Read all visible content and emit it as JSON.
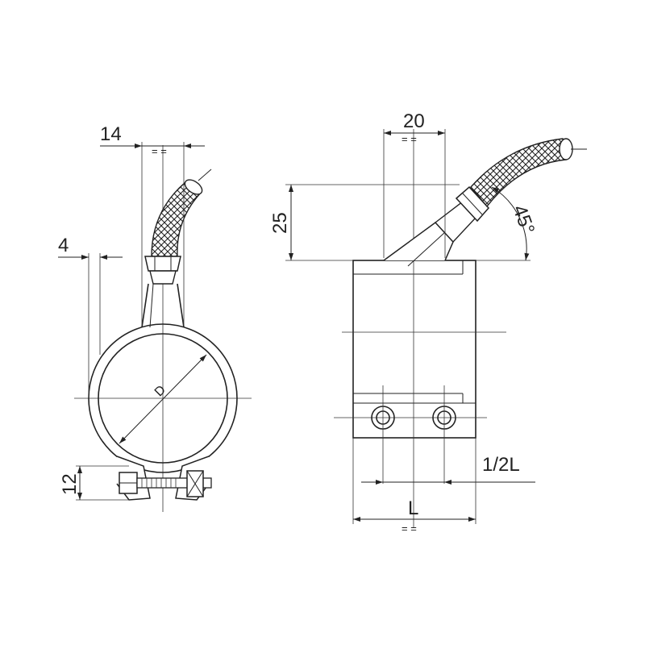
{
  "side_view": {
    "dim_width_top": "14",
    "dim_wall": "4",
    "dim_bolt_height": "12",
    "diameter_label": "D",
    "symmetry_mark": "= ="
  },
  "front_view": {
    "dim_width_top": "20",
    "dim_height": "25",
    "angle_label": "45°",
    "dim_half_length": "1/2L",
    "dim_length": "L",
    "symmetry_mark_top": "= =",
    "symmetry_mark_bottom": "= ="
  },
  "colors": {
    "line": "#222222",
    "background": "#ffffff"
  }
}
